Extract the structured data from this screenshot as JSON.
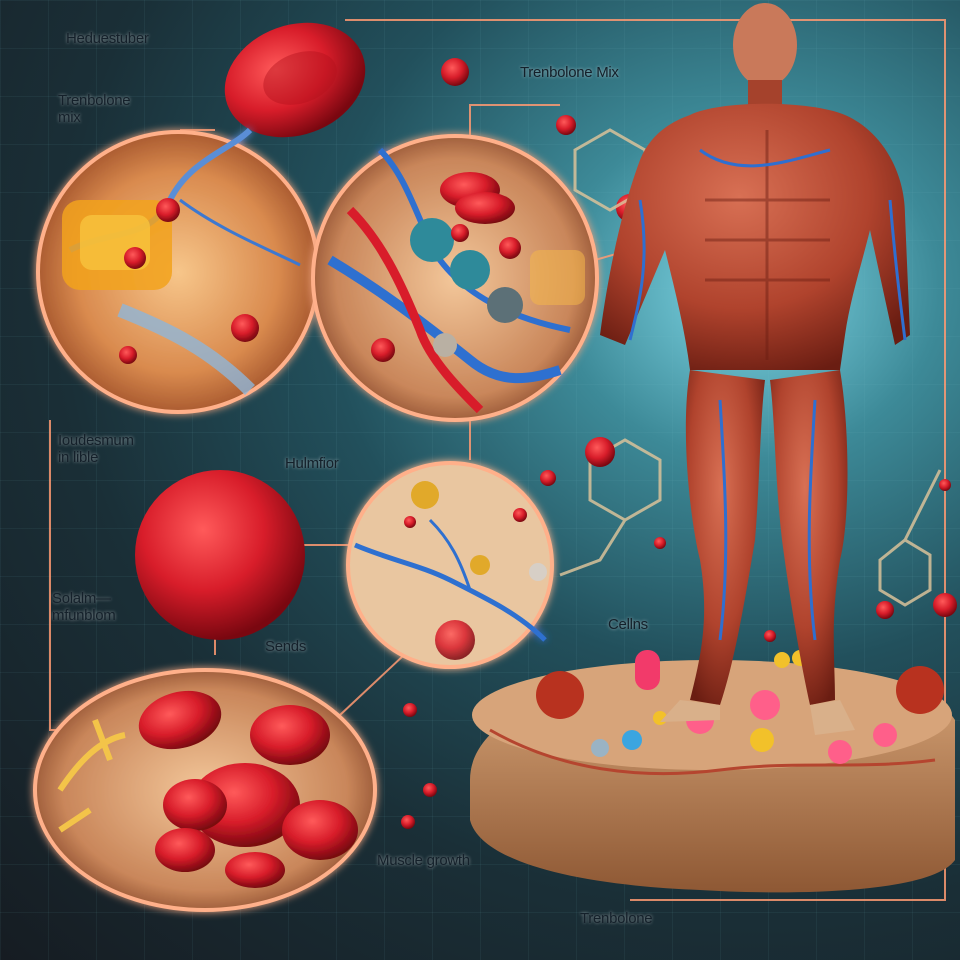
{
  "labels": {
    "heduestuber": "Heduestuber",
    "trenbolone_mix_left": "Trenbolone\nmix",
    "trenbolone_mix_top": "Trenbolone Mix",
    "loudesmum": "Ioudesmum\nin lible",
    "hulmfior": "Hulmfior",
    "solalm": "Solalm—\nmfunblom",
    "sends": "Sends",
    "cellns": "Cellns",
    "muscle_growth": "Muscle growth",
    "trenbolone_bottom": "Trenbolone"
  },
  "colors": {
    "glow": "#ff8a5c",
    "blood_red": "#d81d2a",
    "muscle": "#b5452f",
    "vein_blue": "#2f6fd0"
  }
}
